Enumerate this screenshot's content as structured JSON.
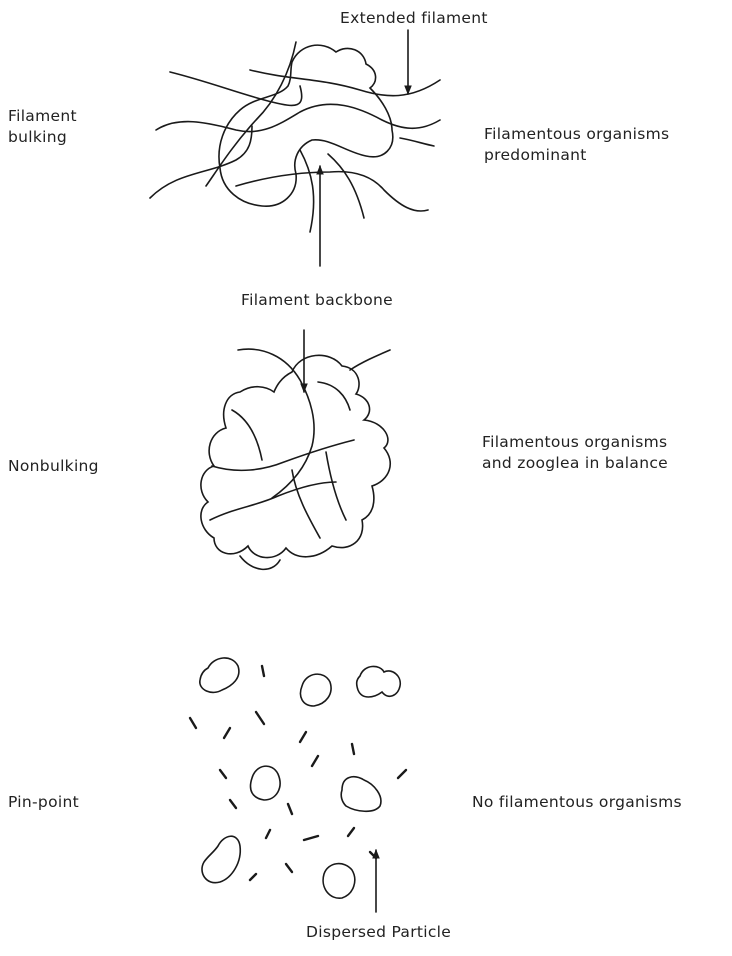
{
  "sections": {
    "filament_bulking": {
      "title_lines": [
        "Filament",
        "bulking"
      ],
      "description_lines": [
        "Filamentous organisms",
        "predominant"
      ],
      "callout_top": "Extended filament",
      "callout_bottom": "Filament backbone"
    },
    "nonbulking": {
      "title": "Nonbulking",
      "description_lines": [
        "Filamentous organisms",
        "and zooglea in balance"
      ]
    },
    "pin_point": {
      "title": "Pin-point",
      "description": "No filamentous organisms",
      "callout_bottom": "Dispersed Particle"
    }
  },
  "colors": {
    "ink": "#1a1a1a",
    "text": "#222222",
    "background": "#ffffff"
  }
}
